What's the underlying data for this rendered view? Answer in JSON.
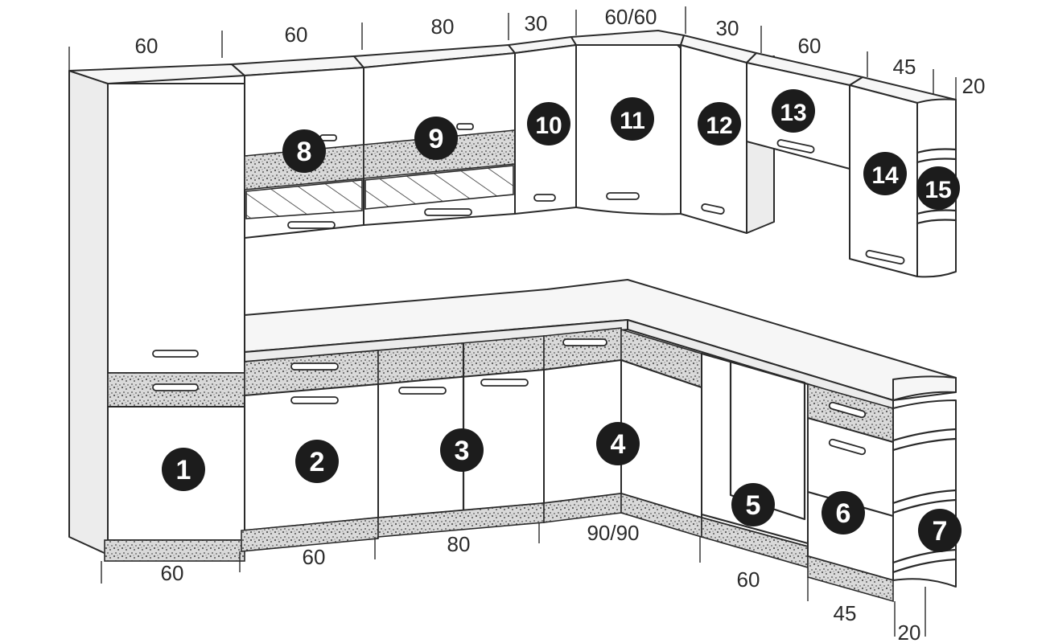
{
  "diagram": {
    "top_dimensions": [
      "60",
      "60",
      "80",
      "30",
      "60/60",
      "30",
      "60",
      "45",
      "20"
    ],
    "bottom_dimensions": [
      "60",
      "60",
      "80",
      "90/90",
      "60",
      "45",
      "20"
    ],
    "modules": [
      "1",
      "2",
      "3",
      "4",
      "5",
      "6",
      "7",
      "8",
      "9",
      "10",
      "11",
      "12",
      "13",
      "14",
      "15"
    ]
  }
}
